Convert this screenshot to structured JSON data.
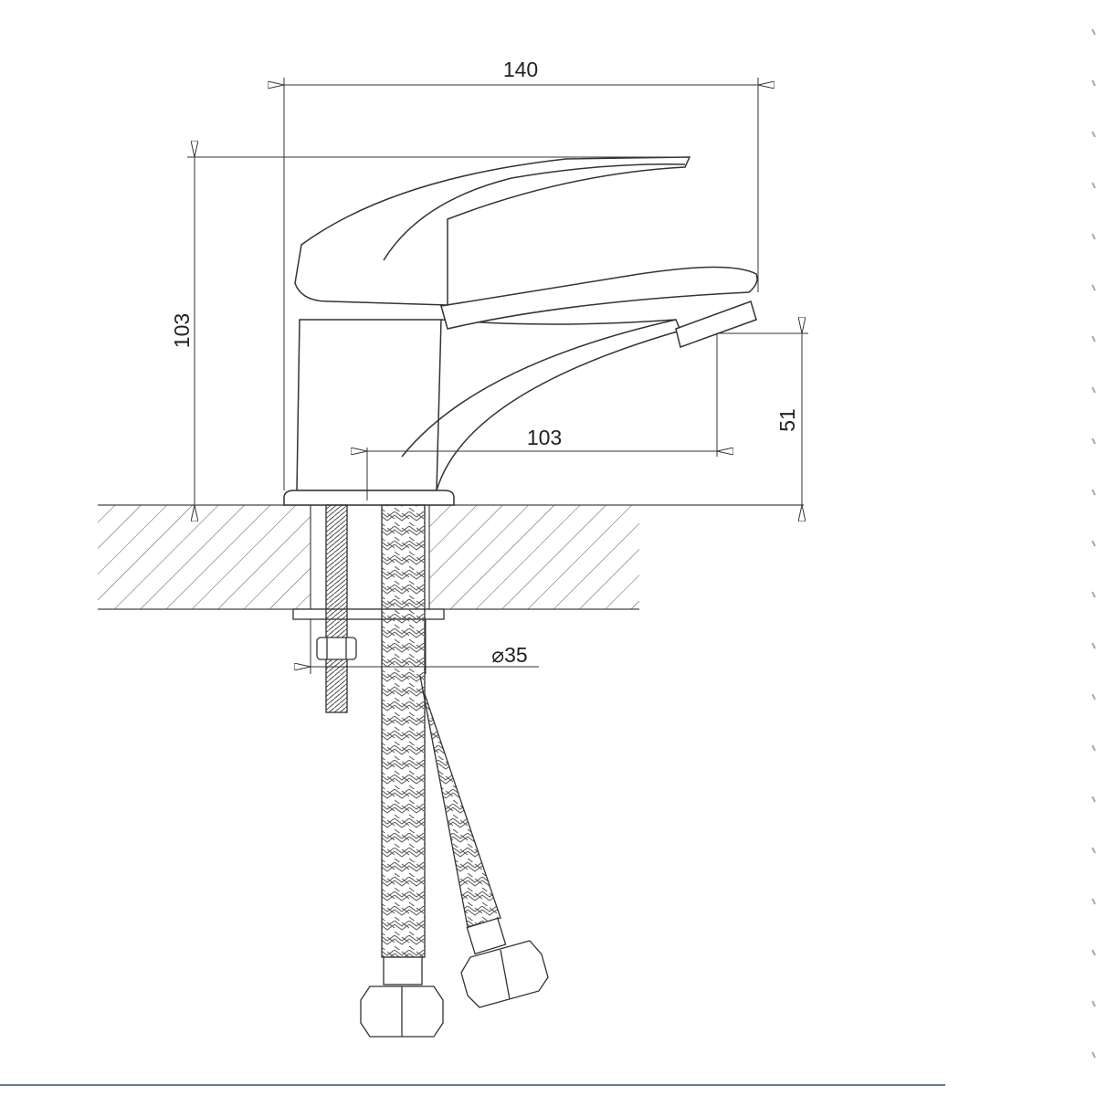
{
  "drawing": {
    "dimensions": {
      "overall_length": "140",
      "overall_height": "103",
      "spout_height": "51",
      "spout_reach": "103",
      "mount_hole_diameter": "⌀35"
    }
  },
  "colors": {
    "line": "#333333",
    "hatch": "#555555",
    "footer_rule": "#6b7699"
  }
}
